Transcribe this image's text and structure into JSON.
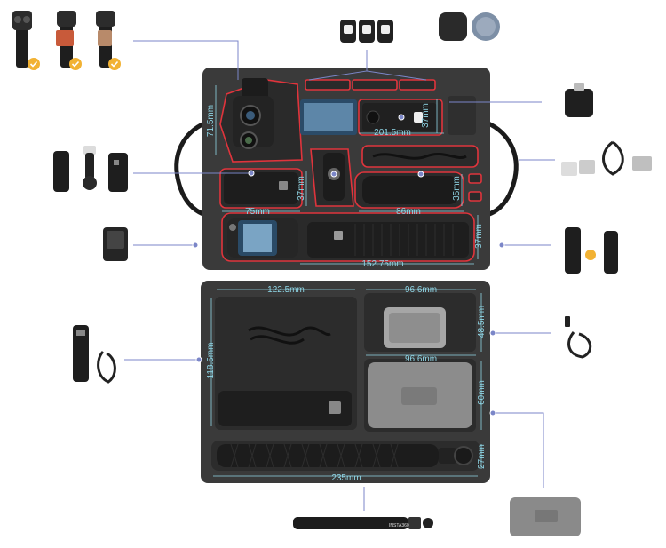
{
  "colors": {
    "background": "#ffffff",
    "case_foam": "#3a3a3a",
    "slot_outline": "#e0343c",
    "dimension_text": "#8fd6e6",
    "callout_line": "#7b86c8",
    "check_badge": "#f2b233"
  },
  "upper_case": {
    "dimensions": {
      "gimbal_height": "71.5mm",
      "top_width": "201.5mm",
      "top_right_depth": "37mm",
      "battery_handle_depth": "37mm",
      "battery_handle_width": "75mm",
      "grip_width": "86mm",
      "grip_depth": "35mm",
      "bottom_width": "152.75mm",
      "bottom_depth": "37mm"
    }
  },
  "lower_case": {
    "dimensions": {
      "left_width": "122.5mm",
      "left_height": "118.5mm",
      "pouch_width": "96.6mm",
      "pouch_height": "48.5mm",
      "box_width": "96.6mm",
      "box_height": "60mm",
      "rod_depth": "27mm",
      "total_width": "235mm"
    }
  },
  "rod_label": "INSTA360"
}
